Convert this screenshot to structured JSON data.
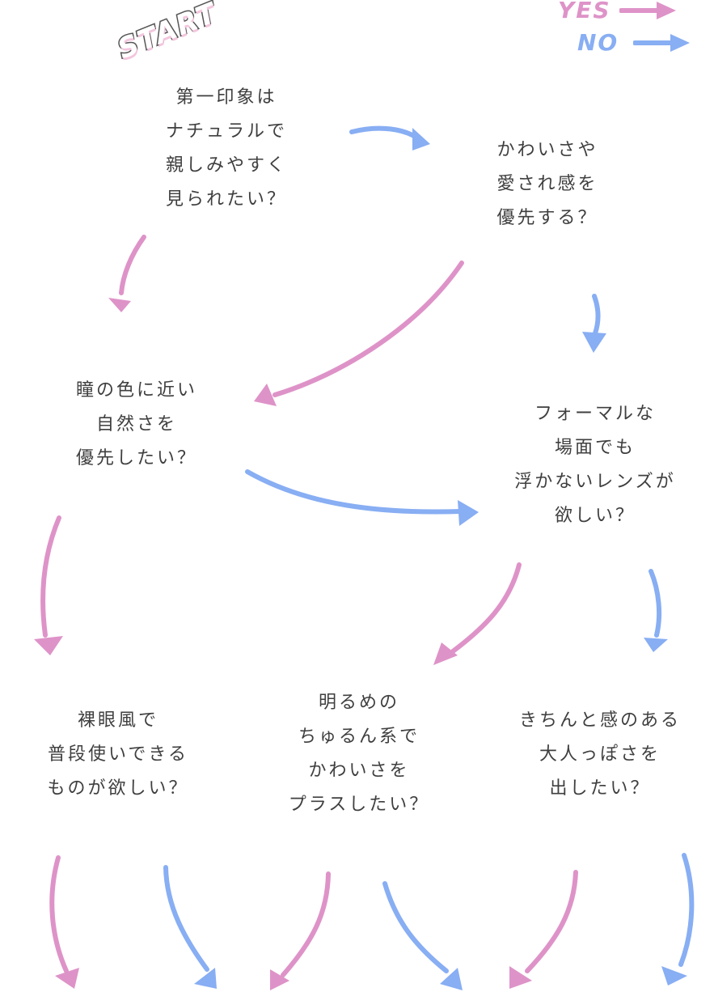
{
  "start_label": "START",
  "legend": {
    "yes": {
      "label": "YES",
      "color": "#de93c8"
    },
    "no": {
      "label": "NO",
      "color": "#88aef3"
    }
  },
  "colors": {
    "text": "#3f3f3f",
    "yes": "#de93c8",
    "no": "#88aef3"
  },
  "questions": [
    {
      "id": "q1",
      "text": "第一印象は\nナチュラルで\n親しみやすく\n見られたい？"
    },
    {
      "id": "q2",
      "text": "かわいさや\n愛され感を\n優先する？"
    },
    {
      "id": "q3",
      "text": "瞳の色に近い\n自然さを\n優先したい？"
    },
    {
      "id": "q4",
      "text": "フォーマルな\n場面でも\n浮かないレンズが\n欲しい？"
    },
    {
      "id": "q5",
      "text": "裸眼風で\n普段使いできる\nものが欲しい？"
    },
    {
      "id": "q6",
      "text": "明るめの\nちゅるん系で\nかわいさを\nプラスしたい？"
    },
    {
      "id": "q7",
      "text": "きちんと感のある\n大人っぽさを\n出したい？"
    }
  ],
  "edges": [
    {
      "from": "q1",
      "to": "q3",
      "answer": "yes"
    },
    {
      "from": "q1",
      "to": "q2",
      "answer": "no"
    },
    {
      "from": "q2",
      "to": "q3",
      "answer": "yes"
    },
    {
      "from": "q2",
      "to": "q4",
      "answer": "no"
    },
    {
      "from": "q3",
      "to": "q5",
      "answer": "yes"
    },
    {
      "from": "q3",
      "to": "q4",
      "answer": "no"
    },
    {
      "from": "q4",
      "to": "q6",
      "answer": "yes"
    },
    {
      "from": "q4",
      "to": "q7",
      "answer": "no"
    },
    {
      "from": "q5",
      "to": "result-1",
      "answer": "yes"
    },
    {
      "from": "q5",
      "to": "result-2",
      "answer": "no"
    },
    {
      "from": "q6",
      "to": "result-2",
      "answer": "yes"
    },
    {
      "from": "q6",
      "to": "result-3",
      "answer": "no"
    },
    {
      "from": "q7",
      "to": "result-3",
      "answer": "yes"
    },
    {
      "from": "q7",
      "to": "result-4",
      "answer": "no"
    }
  ]
}
